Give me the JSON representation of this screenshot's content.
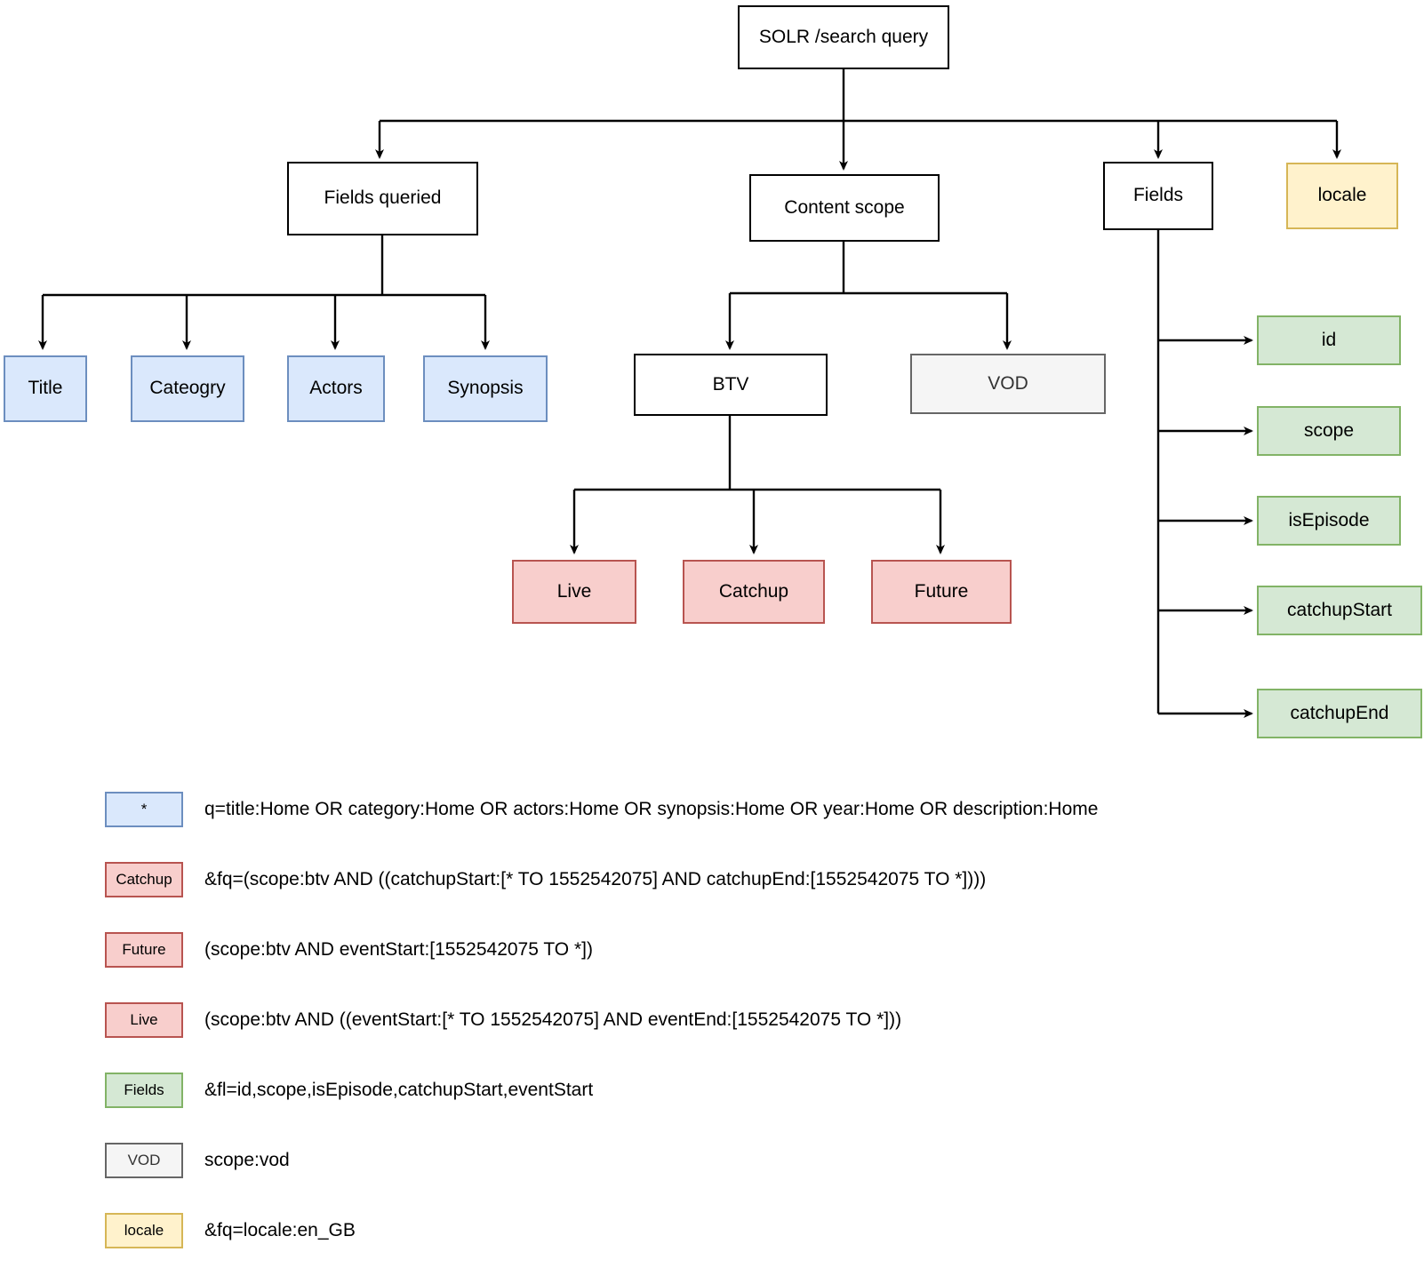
{
  "diagram": {
    "root": {
      "label": "SOLR /search query"
    },
    "level1": [
      {
        "label": "Fields queried",
        "style": "plain"
      },
      {
        "label": "Content scope",
        "style": "plain"
      },
      {
        "label": "Fields",
        "style": "plain"
      },
      {
        "label": "locale",
        "style": "yellow"
      }
    ],
    "fields_queried": [
      {
        "label": "Title",
        "style": "blue"
      },
      {
        "label": "Cateogry",
        "style": "blue"
      },
      {
        "label": "Actors",
        "style": "blue"
      },
      {
        "label": "Synopsis",
        "style": "blue"
      }
    ],
    "content_scope": [
      {
        "label": "BTV",
        "style": "plain"
      },
      {
        "label": "VOD",
        "style": "gray"
      }
    ],
    "btv_children": [
      {
        "label": "Live",
        "style": "red"
      },
      {
        "label": "Catchup",
        "style": "red"
      },
      {
        "label": "Future",
        "style": "red"
      }
    ],
    "fields_list": [
      {
        "label": "id",
        "style": "green"
      },
      {
        "label": "scope",
        "style": "green"
      },
      {
        "label": "isEpisode",
        "style": "green"
      },
      {
        "label": "catchupStart",
        "style": "green"
      },
      {
        "label": "catchupEnd",
        "style": "green"
      }
    ]
  },
  "legend": [
    {
      "swatch": "*",
      "style": "blue",
      "text": "q=title:Home OR category:Home OR actors:Home OR synopsis:Home OR year:Home OR description:Home"
    },
    {
      "swatch": "Catchup",
      "style": "red",
      "text": "&fq=(scope:btv AND ((catchupStart:[* TO 1552542075] AND catchupEnd:[1552542075 TO *])))"
    },
    {
      "swatch": "Future",
      "style": "red",
      "text": "(scope:btv AND eventStart:[1552542075 TO *])"
    },
    {
      "swatch": "Live",
      "style": "red",
      "text": "(scope:btv AND ((eventStart:[* TO 1552542075] AND eventEnd:[1552542075 TO *]))"
    },
    {
      "swatch": "Fields",
      "style": "green",
      "text": "&fl=id,scope,isEpisode,catchupStart,eventStart"
    },
    {
      "swatch": "VOD",
      "style": "gray",
      "text": "scope:vod"
    },
    {
      "swatch": "locale",
      "style": "yellow",
      "text": "&fq=locale:en_GB"
    }
  ],
  "colors": {
    "blue_fill": "#dae8fc",
    "blue_stroke": "#6c8ebf",
    "red_fill": "#f8cecc",
    "red_stroke": "#b85450",
    "green_fill": "#d5e8d4",
    "green_stroke": "#82b366",
    "gray_fill": "#f5f5f5",
    "gray_stroke": "#666666",
    "yellow_fill": "#fff2cc",
    "yellow_stroke": "#d6b656",
    "line": "#000000"
  }
}
